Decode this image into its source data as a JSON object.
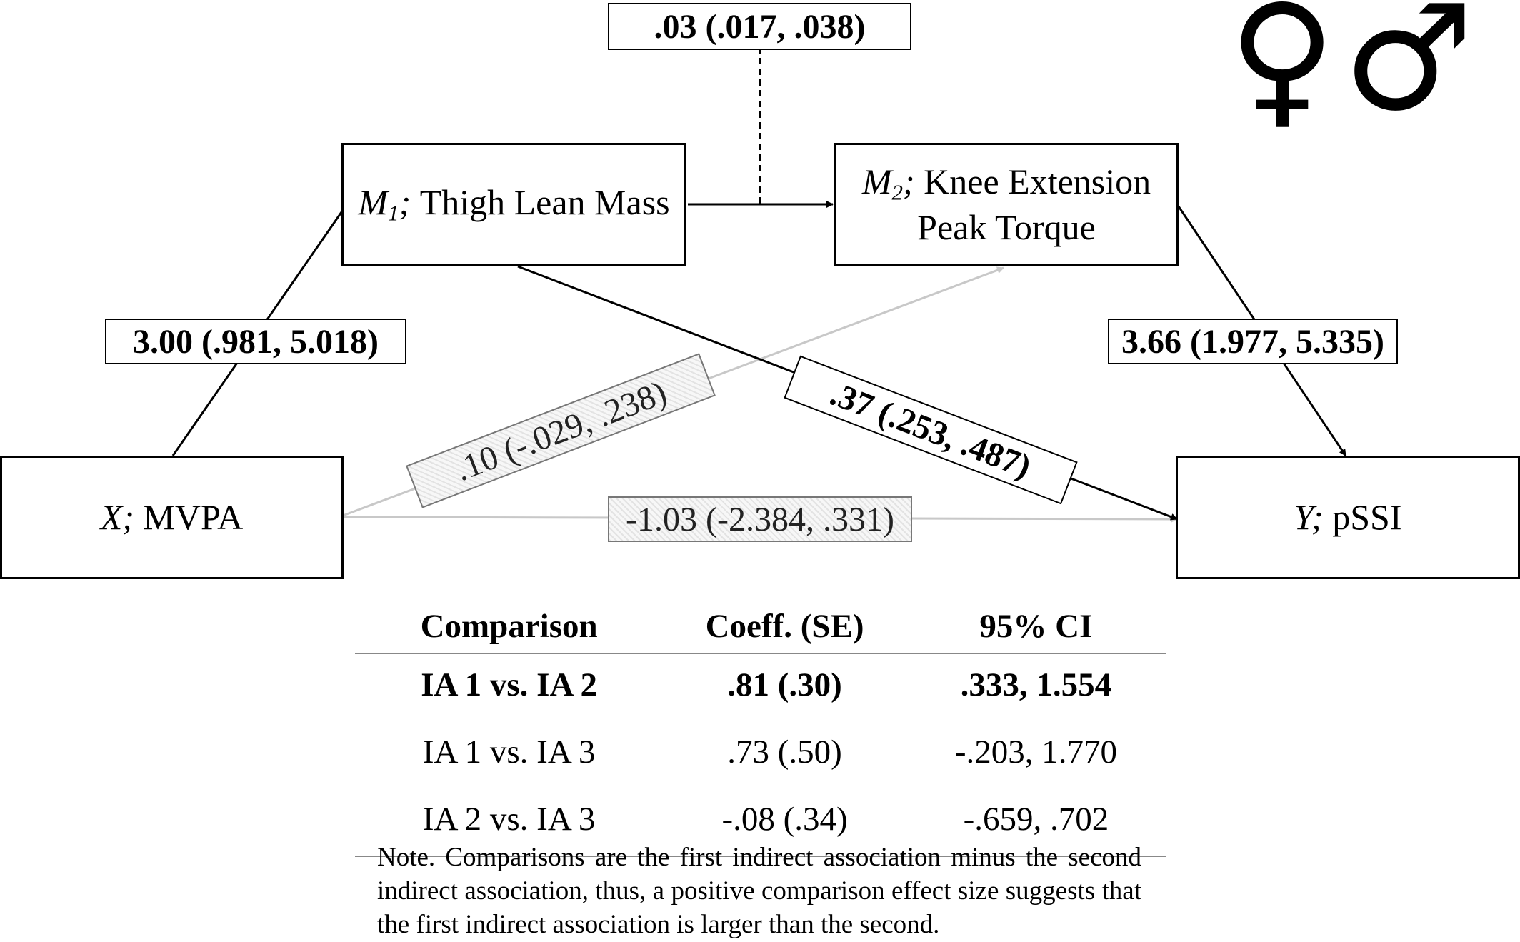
{
  "nodes": {
    "x": {
      "var": "X;",
      "label": "MVPA"
    },
    "m1": {
      "var": "M",
      "sub": "1",
      "sep": ";",
      "label": "Thigh Lean Mass"
    },
    "m2": {
      "var": "M",
      "sub": "2",
      "sep": ";",
      "label_line1": "Knee Extension",
      "label_line2": "Peak Torque"
    },
    "y": {
      "var": "Y;",
      "label": "pSSI"
    }
  },
  "paths": {
    "x_m1": "3.00 (.981, 5.018)",
    "m1_m2": ".03 (.017, .038)",
    "m2_y": "3.66 (1.977, 5.335)",
    "m1_y": ".37 (.253, .487)",
    "x_m2": ".10 (-.029, .238)",
    "x_y": "-1.03 (-2.384, .331)"
  },
  "symbols": {
    "female": "♀",
    "male": "♂"
  },
  "table": {
    "headers": [
      "Comparison",
      "Coeff. (SE)",
      "95% CI"
    ],
    "rows": [
      {
        "comparison": "IA 1 vs. IA 2",
        "coeff": ".81 (.30)",
        "ci": ".333, 1.554",
        "bold": true
      },
      {
        "comparison": "IA 1 vs. IA 3",
        "coeff": ".73 (.50)",
        "ci": "-.203, 1.770",
        "bold": false
      },
      {
        "comparison": "IA 2 vs. IA 3",
        "coeff": "-.08 (.34)",
        "ci": "-.659, .702",
        "bold": false
      }
    ]
  },
  "note": "Note. Comparisons are the first indirect association minus the second indirect association, thus, a positive comparison effect size suggests that the first indirect association is larger than the second.",
  "colors": {
    "significant": "#000000",
    "nonsignificant": "#c8c8c8"
  }
}
